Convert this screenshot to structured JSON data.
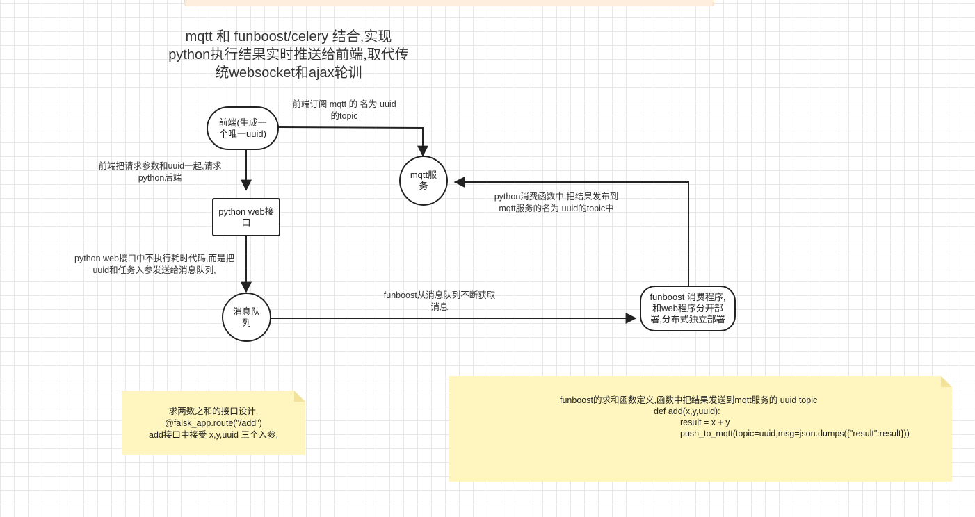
{
  "title": "mqtt 和 funboost/celery 结合,实现python执行结果实时推送给前端,取代传统websocket和ajax轮训",
  "nodes": {
    "frontend": "前端(生成一个唯一uuid)",
    "mqtt": "mqtt服务",
    "web_api": "python web接口",
    "queue": "消息队列",
    "consumer": "funboost 消费程序,和web程序分开部署,分布式独立部署"
  },
  "edge_labels": {
    "subscribe": "前端订阅 mqtt 的 名为 uuid的topic",
    "request": "前端把请求参数和uuid一起,请求python后端",
    "enqueue": "python web接口中不执行耗时代码,而是把uuid和任务入参发送给消息队列,",
    "consume": "funboost从消息队列不断获取消息",
    "publish": "python消费函数中,把结果发布到mqtt服务的名为 uuid的topic中"
  },
  "notes": {
    "api_design": [
      "求两数之和的接口设计,",
      "@falsk_app.route(\"/add\")",
      "add接口中接受 x,y,uuid 三个入参,"
    ],
    "func_def": [
      "funboost的求和函数定义,函数中把结果发送到mqtt服务的 uuid topic",
      "def add(x,y,uuid):",
      "result = x + y",
      "push_to_mqtt(topic=uuid,msg=json.dumps({\"result\":result}))"
    ]
  },
  "colors": {
    "note_fill": "#fff6bf",
    "note_fold": "#f3e29a",
    "stroke": "#222222"
  }
}
